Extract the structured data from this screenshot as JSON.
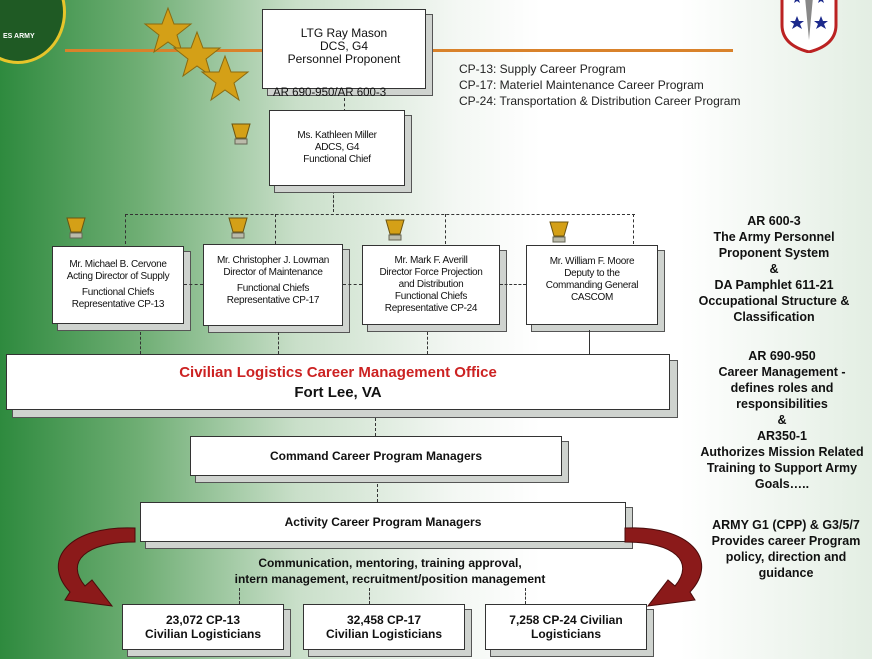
{
  "title_box": {
    "name": "LTG Ray Mason",
    "line2": "DCS, G4",
    "line3": "Personnel Proponent",
    "reg": "AR 690-950/AR 600-3"
  },
  "legend": [
    "CP-13:  Supply Career Program",
    "CP-17:  Materiel Maintenance Career Program",
    "CP-24:  Transportation & Distribution Career Program"
  ],
  "functional_chief": {
    "name": "Ms. Kathleen Miller",
    "line2": "ADCS, G4",
    "line3": "Functional Chief"
  },
  "reps": [
    {
      "l1": "Mr. Michael B. Cervone",
      "l2": "Acting Director of Supply",
      "l3": "Functional Chiefs",
      "l4": "Representative CP-13"
    },
    {
      "l1": "Mr. Christopher J. Lowman",
      "l2": "Director of Maintenance",
      "l3": "Functional Chiefs",
      "l4": "Representative CP-17"
    },
    {
      "l1": "Mr. Mark F. Averill",
      "l2": "Director Force Projection",
      "l3": "and Distribution",
      "l4": "Functional Chiefs",
      "l5": "Representative CP-24"
    },
    {
      "l1": "Mr. William F. Moore",
      "l2": "Deputy to the",
      "l3": "Commanding General",
      "l4": "CASCOM"
    }
  ],
  "office": {
    "title": "Civilian Logistics Career Management Office",
    "location": "Fort Lee, VA"
  },
  "command_managers": "Command Career Program Managers",
  "activity_managers": "Activity Career Program Managers",
  "activities": {
    "line1": "Communication, mentoring, training approval,",
    "line2": "intern management, recruitment/position management"
  },
  "populations": [
    {
      "line1": "23,072 CP-13",
      "line2": "Civilian Logisticians"
    },
    {
      "line1": "32,458 CP-17",
      "line2": "Civilian Logisticians"
    },
    {
      "line1": "7,258 CP-24  Civilian",
      "line2": "Logisticians"
    }
  ],
  "right_notes": {
    "n1": [
      "AR 600-3",
      "The Army Personnel",
      "Proponent System",
      "&",
      "DA Pamphlet 611-21",
      "Occupational Structure &",
      "Classification"
    ],
    "n2": [
      "AR 690-950",
      "Career Management -",
      "defines roles and",
      "responsibilities",
      "&",
      "AR350-1",
      "Authorizes Mission Related",
      "Training to Support Army",
      "Goals….."
    ],
    "n3": [
      "ARMY G1 (CPP) & G3/5/7",
      "Provides career  Program",
      "policy, direction and",
      "guidance"
    ]
  },
  "logo_text": "ES ARMY",
  "colors": {
    "office_title": "#cc2222",
    "arrow": "#8b1a1a",
    "rule": "#d9822b",
    "star": "#d4a017"
  }
}
